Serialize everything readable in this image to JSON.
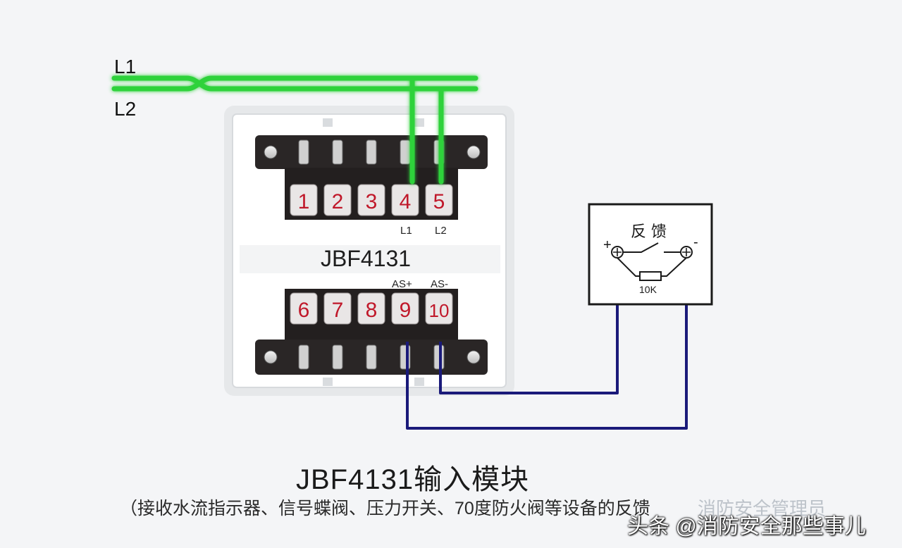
{
  "diagram": {
    "bus_labels": [
      "L1",
      "L2"
    ],
    "module_label": "JBF4131",
    "top_terminals": [
      "1",
      "2",
      "3",
      "4",
      "5"
    ],
    "bottom_terminals": [
      "6",
      "7",
      "8",
      "9",
      "10"
    ],
    "top_terminal_labels": {
      "t4": "L1",
      "t5": "L2"
    },
    "bottom_terminal_labels": {
      "t9": "AS+",
      "t10": "AS-"
    },
    "feedback_box": {
      "title": "反 馈",
      "plus": "+",
      "minus": "-",
      "resistor": "10K"
    }
  },
  "caption": {
    "title": "JBF4131输入模块",
    "subtitle": "（接收水流指示器、信号蝶阀、压力开关、70度防火阀等设备的反馈",
    "watermark_faint": "消防安全管理员",
    "watermark": "头条 @消防安全那些事儿"
  },
  "colors": {
    "bus_wire": "#2fd23a",
    "signal_wire": "#1a1a7a",
    "terminal_block": "#2a2626",
    "terminal_number": "#c0182a",
    "module_body": "#ffffff"
  }
}
